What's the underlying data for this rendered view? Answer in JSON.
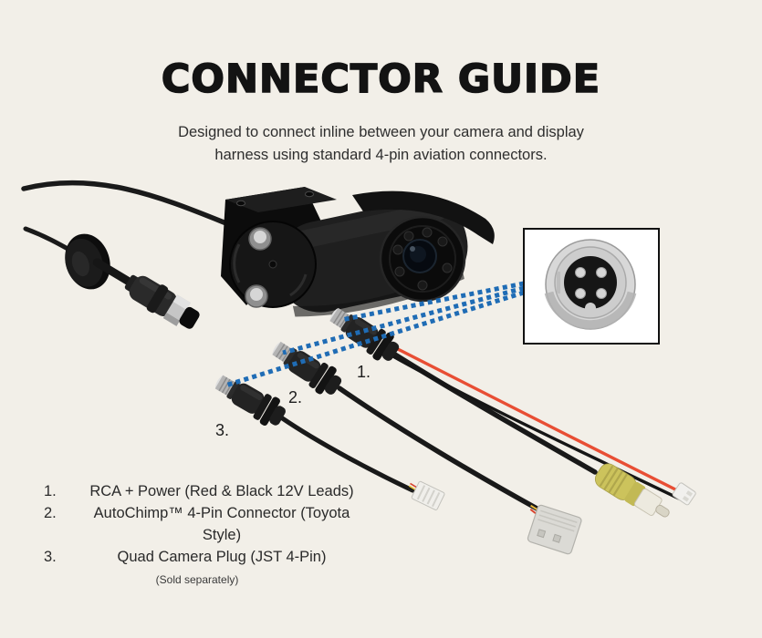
{
  "page": {
    "background_color": "#f2efe8",
    "title": "CONNECTOR GUIDE",
    "subtitle": {
      "line1": "Designed to connect inline between your camera and display",
      "line2": "harness using standard 4-pin aviation connectors."
    }
  },
  "diagram": {
    "callouts": [
      {
        "label": "1."
      },
      {
        "label": "2."
      },
      {
        "label": "3."
      }
    ],
    "accent_blue": "#1f6cb5",
    "wire_red": "#e84e34",
    "rca_yellow": "#ccc35c",
    "inset_border": "#111111"
  },
  "legend": {
    "items": [
      {
        "number": "1.",
        "text": "RCA + Power (Red & Black 12V Leads)"
      },
      {
        "number": "2.",
        "text": "AutoChimp™ 4-Pin Connector (Toyota Style)"
      },
      {
        "number": "3.",
        "text": "Quad Camera Plug (JST 4-Pin)"
      }
    ],
    "footnote": "(Sold separately)"
  }
}
